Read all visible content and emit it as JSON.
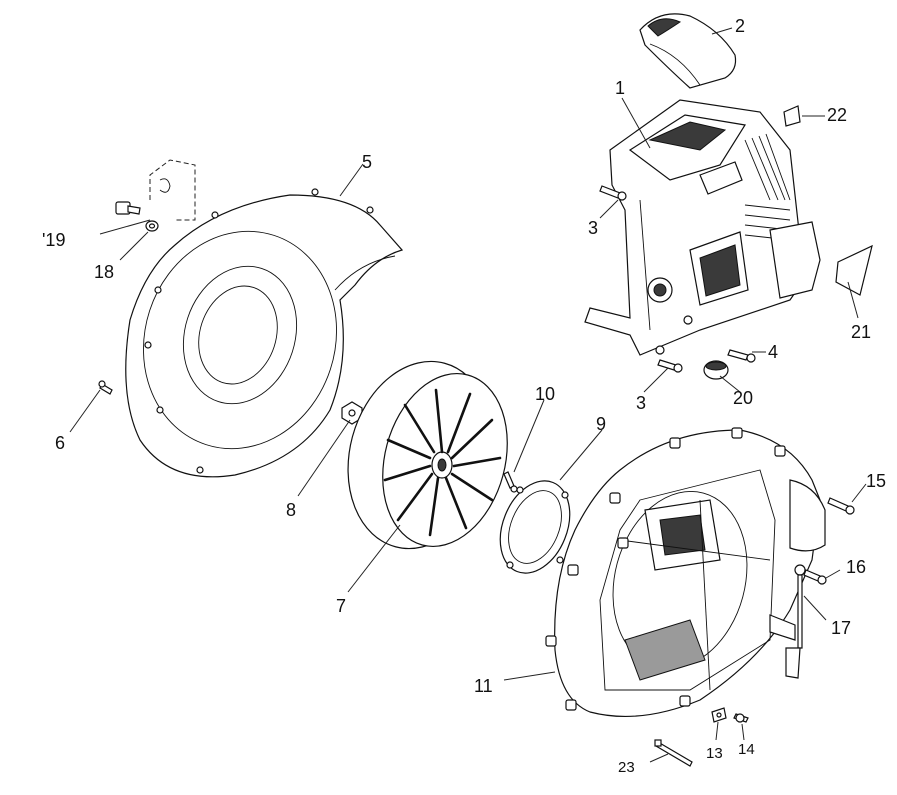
{
  "labels": {
    "l1": "1",
    "l2": "2",
    "l3a": "3",
    "l3b": "3",
    "l4": "4",
    "l5": "5",
    "l6": "6",
    "l7": "7",
    "l8": "8",
    "l9": "9",
    "l10": "10",
    "l11": "11",
    "l13": "13",
    "l14": "14",
    "l15": "15",
    "l16": "16",
    "l17": "17",
    "l18": "18",
    "l19": "'19",
    "l20": "20",
    "l21": "21",
    "l22": "22",
    "l23": "23"
  }
}
